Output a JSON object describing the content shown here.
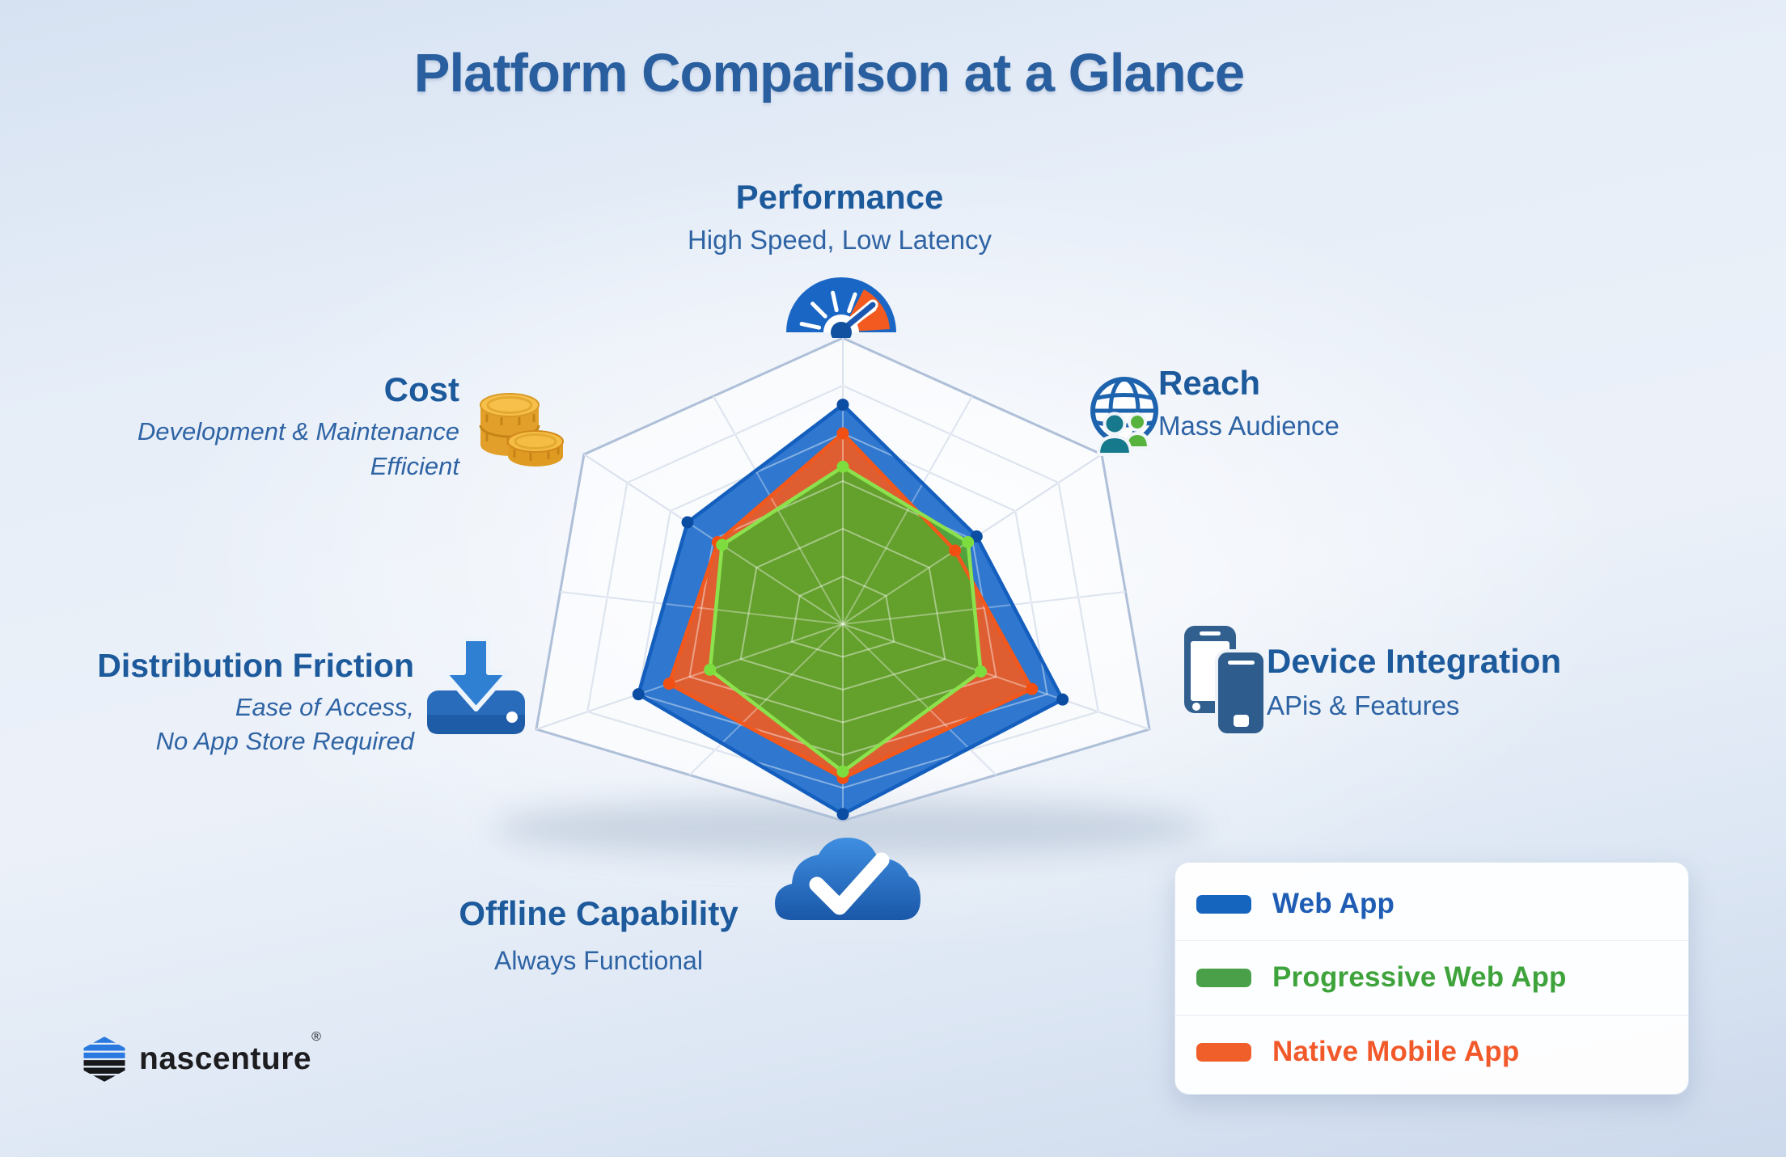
{
  "title": "Platform Comparison at a Glance",
  "labels": {
    "performance": {
      "title": "Performance",
      "subtitle": "High Speed, Low Latency"
    },
    "reach": {
      "title": "Reach",
      "subtitle": "Mass Audience"
    },
    "device_integration": {
      "title": "Device Integration",
      "subtitle": "APis & Features"
    },
    "offline_capability": {
      "title": "Offline Capability",
      "subtitle": "Always Functional"
    },
    "distribution_friction": {
      "title": "Distribution Friction",
      "subtitle_line1": "Ease of Access,",
      "subtitle_line2": "No App Store Required"
    },
    "cost": {
      "title": "Cost",
      "subtitle_line1": "Development & Maintenance",
      "subtitle_line2": "Efficient"
    }
  },
  "icons": {
    "performance": "speedometer-gauge",
    "reach": "globe-with-two-users",
    "device_integration": "two-smartphones",
    "offline_capability": "cloud-with-checkmark",
    "distribution_friction": "download-into-tray-arrow",
    "cost": "stacked-gold-coins"
  },
  "legend": {
    "items": [
      {
        "label": "Web App",
        "swatch_color": "#1565bf",
        "text_color": "#1f5db4"
      },
      {
        "label": "Progressive Web App",
        "swatch_color": "#4a9f49",
        "text_color": "#3fa33c"
      },
      {
        "label": "Native Mobile App",
        "swatch_color": "#f05f2a",
        "text_color": "#f2592a"
      }
    ]
  },
  "logo": {
    "text": "nascenture",
    "registered_mark": "®"
  },
  "palette": {
    "title_text": "#2a5f9f",
    "heading_text": "#1d5a9c",
    "subtitle_text": "#2e63a4",
    "grid_line": "#c2cfe2",
    "background_top": "#d6e2f2",
    "background_bottom": "#ccd9ec"
  },
  "chart_data": {
    "type": "radar",
    "title": "Platform Comparison at a Glance",
    "grid_shape": "hexagonal web, perspective-tilted, 6 concentric rings, spokes to vertices and edge midpoints",
    "legend_position": "bottom-right",
    "scale_max": 6,
    "rings": 6,
    "axes": [
      "Performance",
      "Reach",
      "Device Integration",
      "Offline Capability",
      "Distribution Friction",
      "Cost"
    ],
    "series": [
      {
        "name": "Web App",
        "values": [
          4.6,
          3.1,
          4.3,
          5.8,
          4.0,
          3.6
        ],
        "fill": "#2470cc",
        "fill_opacity": 0.95,
        "stroke": "#145fbe",
        "dot": "#0b4da2"
      },
      {
        "name": "Native Mobile App",
        "values": [
          4.0,
          2.6,
          3.7,
          4.7,
          3.4,
          2.9
        ],
        "fill": "#e95d28",
        "fill_opacity": 0.95,
        "stroke": "#f2581c",
        "dot": "#f25012"
      },
      {
        "name": "Progressive Web App",
        "values": [
          3.3,
          2.9,
          2.7,
          4.5,
          2.6,
          2.8
        ],
        "fill": "#56a72c",
        "fill_opacity": 0.9,
        "stroke": "#8ce24d",
        "dot": "#7ddd3e"
      }
    ]
  }
}
